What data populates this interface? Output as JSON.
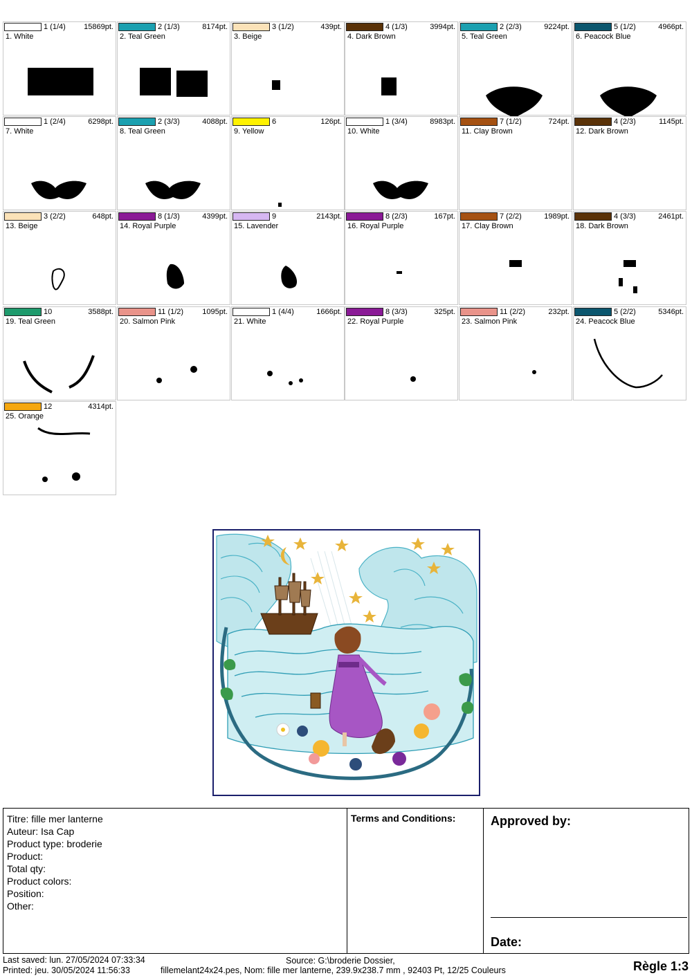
{
  "color_blocks": [
    {
      "part": "1 (1/4)",
      "pts": "15869pt.",
      "name": "1. White",
      "color": "#ffffff"
    },
    {
      "part": "2 (1/3)",
      "pts": "8174pt.",
      "name": "2. Teal Green",
      "color": "#1ba0b0"
    },
    {
      "part": "3 (1/2)",
      "pts": "439pt.",
      "name": "3. Beige",
      "color": "#fbe2b8"
    },
    {
      "part": "4 (1/3)",
      "pts": "3994pt.",
      "name": "4. Dark Brown",
      "color": "#5a3208"
    },
    {
      "part": "2 (2/3)",
      "pts": "9224pt.",
      "name": "5. Teal Green",
      "color": "#1ba0b0"
    },
    {
      "part": "5 (1/2)",
      "pts": "4966pt.",
      "name": "6. Peacock Blue",
      "color": "#0b566e"
    },
    {
      "part": "1 (2/4)",
      "pts": "6298pt.",
      "name": "7. White",
      "color": "#ffffff"
    },
    {
      "part": "2 (3/3)",
      "pts": "4088pt.",
      "name": "8. Teal Green",
      "color": "#1ba0b0"
    },
    {
      "part": "6",
      "pts": "126pt.",
      "name": "9. Yellow",
      "color": "#fff200"
    },
    {
      "part": "1 (3/4)",
      "pts": "8983pt.",
      "name": "10. White",
      "color": "#ffffff"
    },
    {
      "part": "7 (1/2)",
      "pts": "724pt.",
      "name": "11. Clay Brown",
      "color": "#a55112"
    },
    {
      "part": "4 (2/3)",
      "pts": "1145pt.",
      "name": "12. Dark Brown",
      "color": "#5a3208"
    },
    {
      "part": "3 (2/2)",
      "pts": "648pt.",
      "name": "13. Beige",
      "color": "#fbe2b8"
    },
    {
      "part": "8 (1/3)",
      "pts": "4399pt.",
      "name": "14. Royal Purple",
      "color": "#8a1a96"
    },
    {
      "part": "9",
      "pts": "2143pt.",
      "name": "15. Lavender",
      "color": "#d6b7f2"
    },
    {
      "part": "8 (2/3)",
      "pts": "167pt.",
      "name": "16. Royal Purple",
      "color": "#8a1a96"
    },
    {
      "part": "7 (2/2)",
      "pts": "1989pt.",
      "name": "17. Clay Brown",
      "color": "#a55112"
    },
    {
      "part": "4 (3/3)",
      "pts": "2461pt.",
      "name": "18. Dark Brown",
      "color": "#5a3208"
    },
    {
      "part": "10",
      "pts": "3588pt.",
      "name": "19. Teal Green",
      "color": "#1e9a6c"
    },
    {
      "part": "11 (1/2)",
      "pts": "1095pt.",
      "name": "20. Salmon Pink",
      "color": "#e9938a"
    },
    {
      "part": "1 (4/4)",
      "pts": "1666pt.",
      "name": "21. White",
      "color": "#ffffff"
    },
    {
      "part": "8 (3/3)",
      "pts": "325pt.",
      "name": "22. Royal Purple",
      "color": "#8a1a96"
    },
    {
      "part": "11 (2/2)",
      "pts": "232pt.",
      "name": "23. Salmon Pink",
      "color": "#e9938a"
    },
    {
      "part": "5 (2/2)",
      "pts": "5346pt.",
      "name": "24. Peacock Blue",
      "color": "#0b566e"
    },
    {
      "part": "12",
      "pts": "4314pt.",
      "name": "25. Orange",
      "color": "#f5a70f"
    }
  ],
  "info": {
    "lines": [
      "Titre: fille mer lanterne",
      "Auteur: Isa Cap",
      "Product type: broderie",
      "Product:",
      "Total qty:",
      "Product colors:",
      "Position:",
      "Other:"
    ],
    "terms_label": "Terms and Conditions:",
    "approved_label": "Approved by:",
    "date_label": "Date:"
  },
  "footer": {
    "last_saved": "Last saved: lun. 27/05/2024 07:33:34",
    "printed": "Printed: jeu. 30/05/2024 11:56:33",
    "source": "Source: G:\\broderie Dossier,",
    "file_info": "fillemelant24x24.pes, Nom: fille mer lanterne, 239.9x238.7 mm , 92403 Pt, 12/25 Couleurs",
    "scale": "Règle 1:3"
  }
}
